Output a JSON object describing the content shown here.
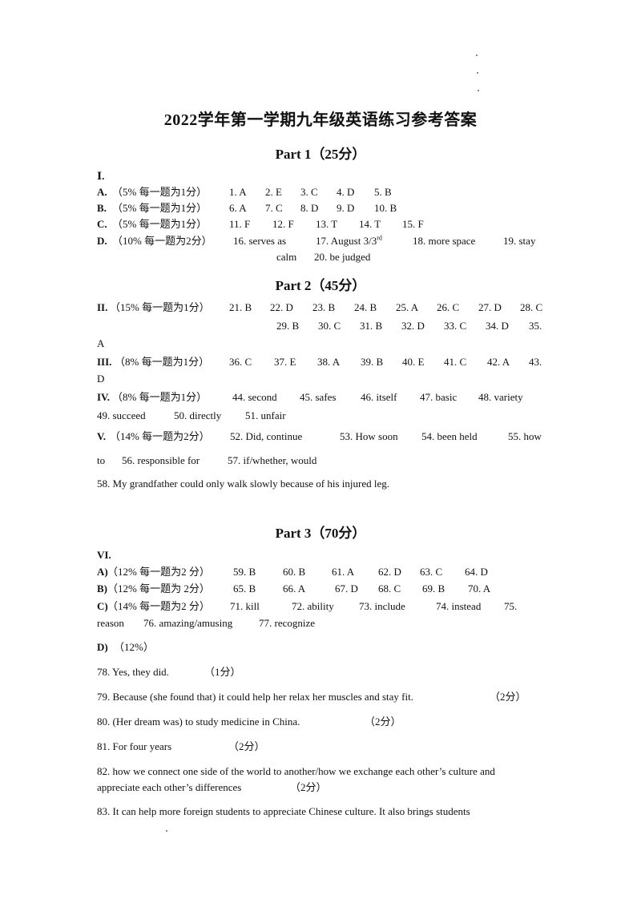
{
  "title": "2022学年第一学期九年级英语练习参考答案",
  "part1": {
    "heading": "Part  1（25分）"
  },
  "sec_I": "Ⅰ.",
  "A": {
    "label": "A.",
    "rule": "（5%  每一题为1分）",
    "answers": [
      "1. A",
      "2. E",
      "3. C",
      "4.  D",
      "5. B"
    ]
  },
  "B": {
    "label": "B.",
    "rule": "（5%  每一题为1分）",
    "answers": [
      "6. A",
      "7. C",
      "8. D",
      "9. D",
      "10. B"
    ]
  },
  "C": {
    "label": "C.",
    "rule": "（5%  每一题为1分）",
    "answers": [
      "11.  F",
      "12.  F",
      "13.  T",
      "14.  T",
      "15.  F"
    ]
  },
  "D": {
    "label": "D.",
    "rule": "（10%  每一题为2分）",
    "a16": "16.  serves  as",
    "a17": "17.  August  3/3",
    "a17_sup": "rd",
    "a18": "18.  more  space",
    "a19": "19.  stay",
    "a19_cont": "calm",
    "a20": "20.  be  judged"
  },
  "part2": {
    "heading": "Part  2（45分）"
  },
  "II": {
    "label": "II.",
    "rule": "（15%  每一题为1分）",
    "row1": [
      "21. B",
      "22. D",
      "23. B",
      "24. B",
      "25. A",
      "26. C",
      "27. D",
      "28. C"
    ],
    "row2": [
      "29. B",
      "30. C",
      "31. B",
      "32. D",
      "33. C",
      "34. D",
      "35."
    ],
    "wrap": "A"
  },
  "III": {
    "label": "III.",
    "rule": "（8%  每一题为1分）",
    "row1": [
      "36.  C",
      "37.  E",
      "38. A",
      "39.  B",
      "40. E",
      "41.  C",
      "42. A",
      "43."
    ],
    "wrap": "D"
  },
  "IV": {
    "label": "IV.",
    "rule": "（8%  每一题为1分）",
    "row1": [
      "44.  second",
      "45.  safes",
      "46.  itself",
      "47.  basic",
      "48.  variety"
    ],
    "row2": [
      "49.  succeed",
      "50.  directly",
      "51.  unfair"
    ]
  },
  "V": {
    "label": "V.",
    "rule": "（14%  每一题为2分）",
    "row1": [
      "52.  Did,  continue",
      "53. How  soon",
      "54.  been  held",
      "55. how"
    ],
    "row2": [
      "to",
      "56.  responsible  for",
      "57.  if/whether,  would"
    ],
    "q58": "58.  My  grandfather  could  only  walk  slowly  because  of  his  injured  leg."
  },
  "part3": {
    "heading": "Part  3（70分）"
  },
  "VI": {
    "label": "VI."
  },
  "VIA": {
    "label": "A)",
    "rule": "（12%  每一题为2 分）",
    "answers": [
      "59.  B",
      "60.  B",
      "61.  A",
      "62. D",
      "63.  C",
      "64.  D"
    ]
  },
  "VIB": {
    "label": "B)",
    "rule": "（12%  每一题为  2分）",
    "answers": [
      "65.  B",
      "66.  A",
      "67.  D",
      "68.  C",
      "69.  B",
      "70.  A"
    ]
  },
  "VIC": {
    "label": "C)",
    "rule": "（14%  每一题为2 分）",
    "row1": [
      "71.  kill",
      "72.  ability",
      "73.  include",
      "74.  instead",
      "75."
    ],
    "row2": [
      "reason",
      "76.  amazing/amusing",
      "77.  recognize"
    ]
  },
  "VID": {
    "label": "D)",
    "rule": "（12%）"
  },
  "q78": {
    "text": "78.  Yes,  they  did.",
    "score": "（1分）"
  },
  "q79": {
    "text": "79.  Because  (she  found  that)  it  could  help  her  relax  her  muscles  and  stay  fit.",
    "score": "（2分）"
  },
  "q80": {
    "text": "80.  (Her  dream  was)  to study medicine in China.",
    "score": "（2分）"
  },
  "q81": {
    "text": "81.  For four years",
    "score": "（2分）"
  },
  "q82": {
    "line1": "82.   how we connect one side of the world to another/how we exchange each other’s culture and",
    "line2": "appreciate each other’s differences",
    "score": "（2分）"
  },
  "q83": {
    "line1": "83.  It  can  help  more  foreign  students  to  appreciate  Chinese  culture.  It  also  brings  students"
  }
}
